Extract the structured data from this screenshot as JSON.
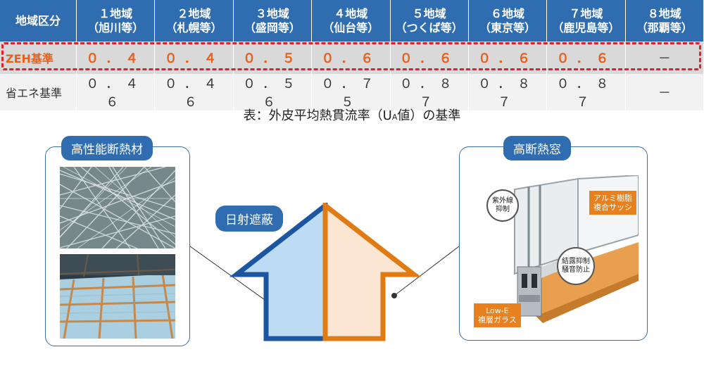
{
  "table": {
    "header_label": "地域区分",
    "regions": [
      {
        "num": "１地域",
        "sub": "（旭川等）"
      },
      {
        "num": "２地域",
        "sub": "（札幌等）"
      },
      {
        "num": "３地域",
        "sub": "（盛岡等）"
      },
      {
        "num": "４地域",
        "sub": "（仙台等）"
      },
      {
        "num": "５地域",
        "sub": "（つくば等）"
      },
      {
        "num": "６地域",
        "sub": "（東京等）"
      },
      {
        "num": "７地域",
        "sub": "（鹿児島等）"
      },
      {
        "num": "８地域",
        "sub": "（那覇等）"
      }
    ],
    "rows": [
      {
        "label": "ZEH基準",
        "values": [
          "０．４",
          "０．４",
          "０．５",
          "０．６",
          "０．６",
          "０．６",
          "０．６",
          "－"
        ]
      },
      {
        "label": "省エネ基準",
        "values": [
          "０．４６",
          "０．４６",
          "０．５６",
          "０．７５",
          "０．８７",
          "０．８７",
          "０．８７",
          "－"
        ]
      }
    ]
  },
  "caption": {
    "before": "表：外皮平均熱貫流率（U",
    "subscript": "A",
    "after": "値）の基準"
  },
  "insulation": {
    "label": "高性能断熱材"
  },
  "solar": {
    "label": "日射遮蔽"
  },
  "window": {
    "label": "高断熱窓",
    "callout_uv": "紫外線\n抑制",
    "callout_condensation": "結露抑制\n騒音防止",
    "frame_label": "アルミ樹脂\n複合サッシ",
    "glass_label": "Low-E\n複層ガラス"
  },
  "colors": {
    "header_blue": "#2f6cb0",
    "zeh_orange": "#e8601c",
    "highlight_red": "#e0202a",
    "house_left_fill": "#bddcf3",
    "house_left_stroke": "#1c55a0",
    "house_right_fill": "#fbe6d3",
    "house_right_stroke": "#e07b12"
  }
}
